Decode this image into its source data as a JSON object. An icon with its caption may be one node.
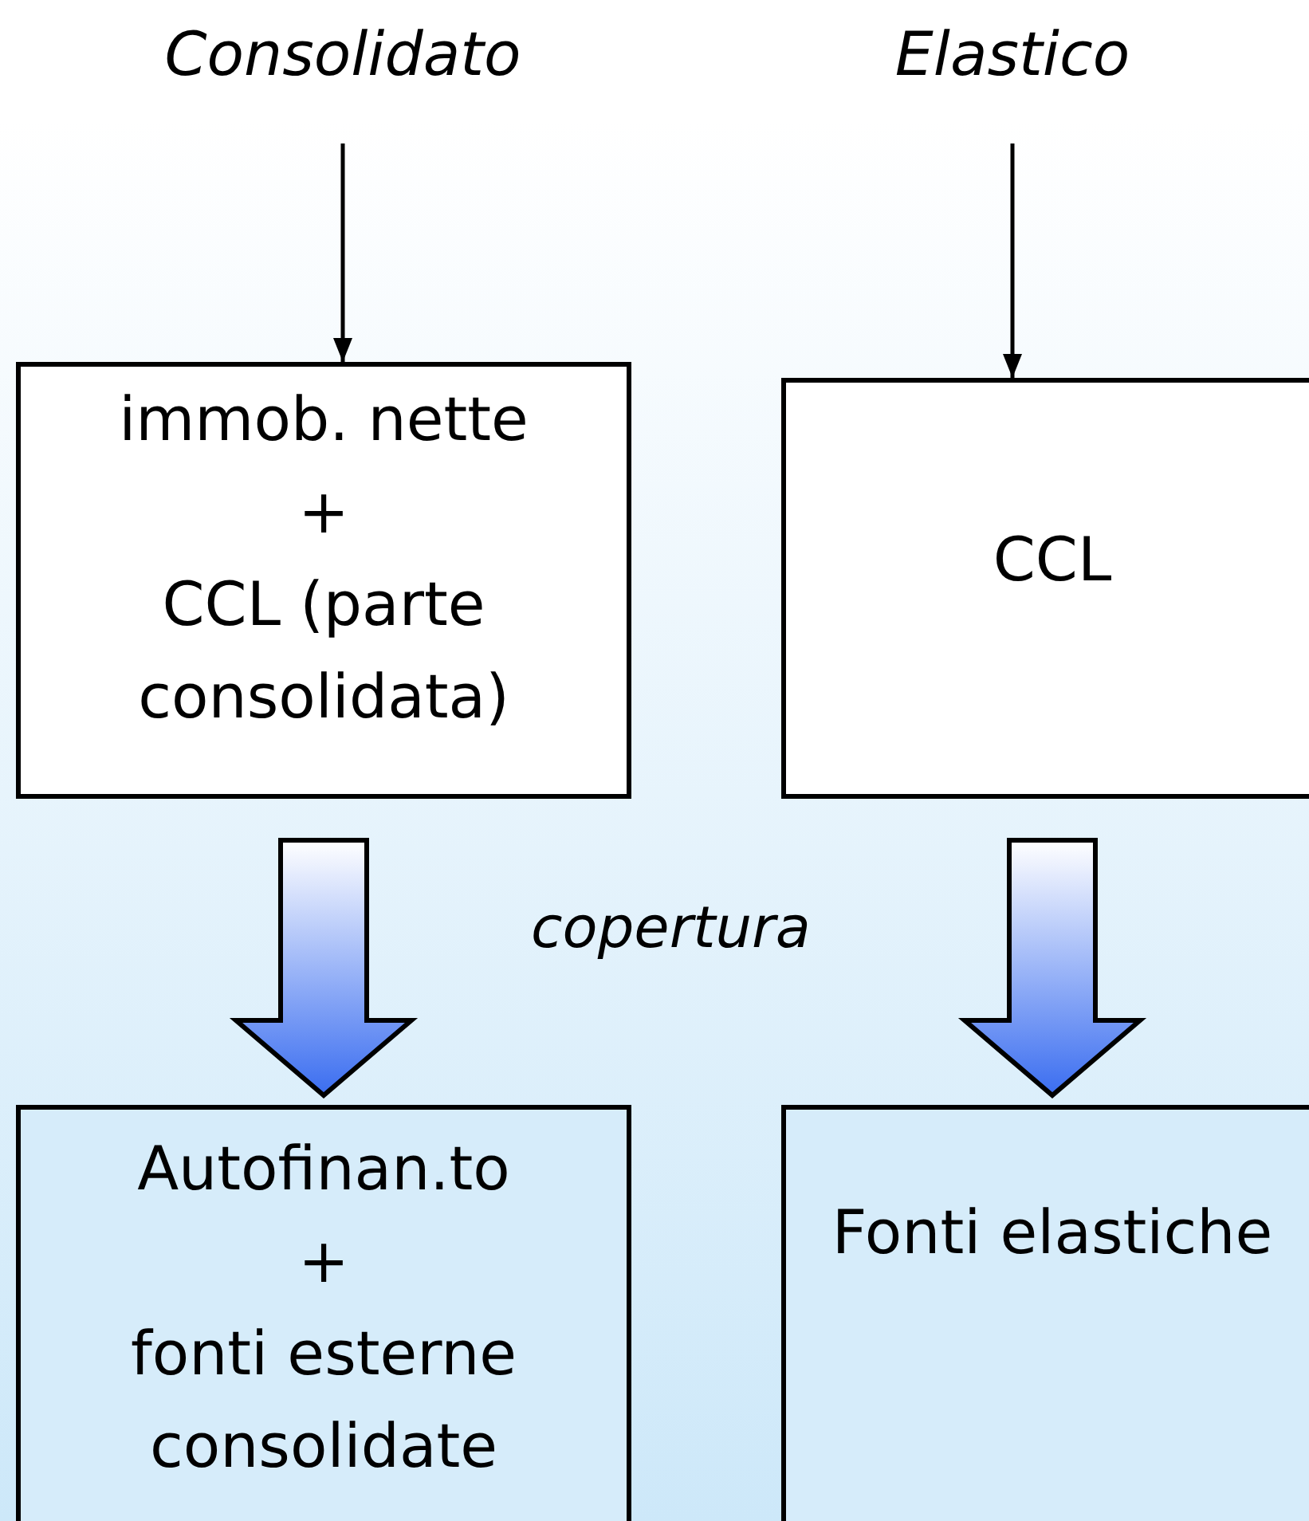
{
  "diagram": {
    "nodes": [
      {
        "text": [
          "Consolidato"
        ]
      },
      {
        "text": [
          "Elastico"
        ]
      },
      {
        "text": [
          "immob. nette",
          "+",
          "CCL (parte consolidata)"
        ]
      },
      {
        "text": [
          "CCL"
        ]
      },
      {
        "text": [
          "Autofinan.to",
          "+",
          "fonti esterne consolidate"
        ]
      },
      {
        "text": [
          "Fonti elastiche"
        ]
      }
    ],
    "edges": [
      {
        "from": 0,
        "to": 2,
        "arrow": "to"
      },
      {
        "from": 1,
        "to": 3,
        "arrow": "to"
      },
      {
        "from": 2,
        "to": 4,
        "arrow": "to",
        "style": "thick",
        "color": "#3a6df0"
      },
      {
        "from": 3,
        "to": 5,
        "arrow": "to",
        "style": "thick",
        "color": "#3a6df0"
      }
    ],
    "labels": [
      "copertura"
    ]
  }
}
